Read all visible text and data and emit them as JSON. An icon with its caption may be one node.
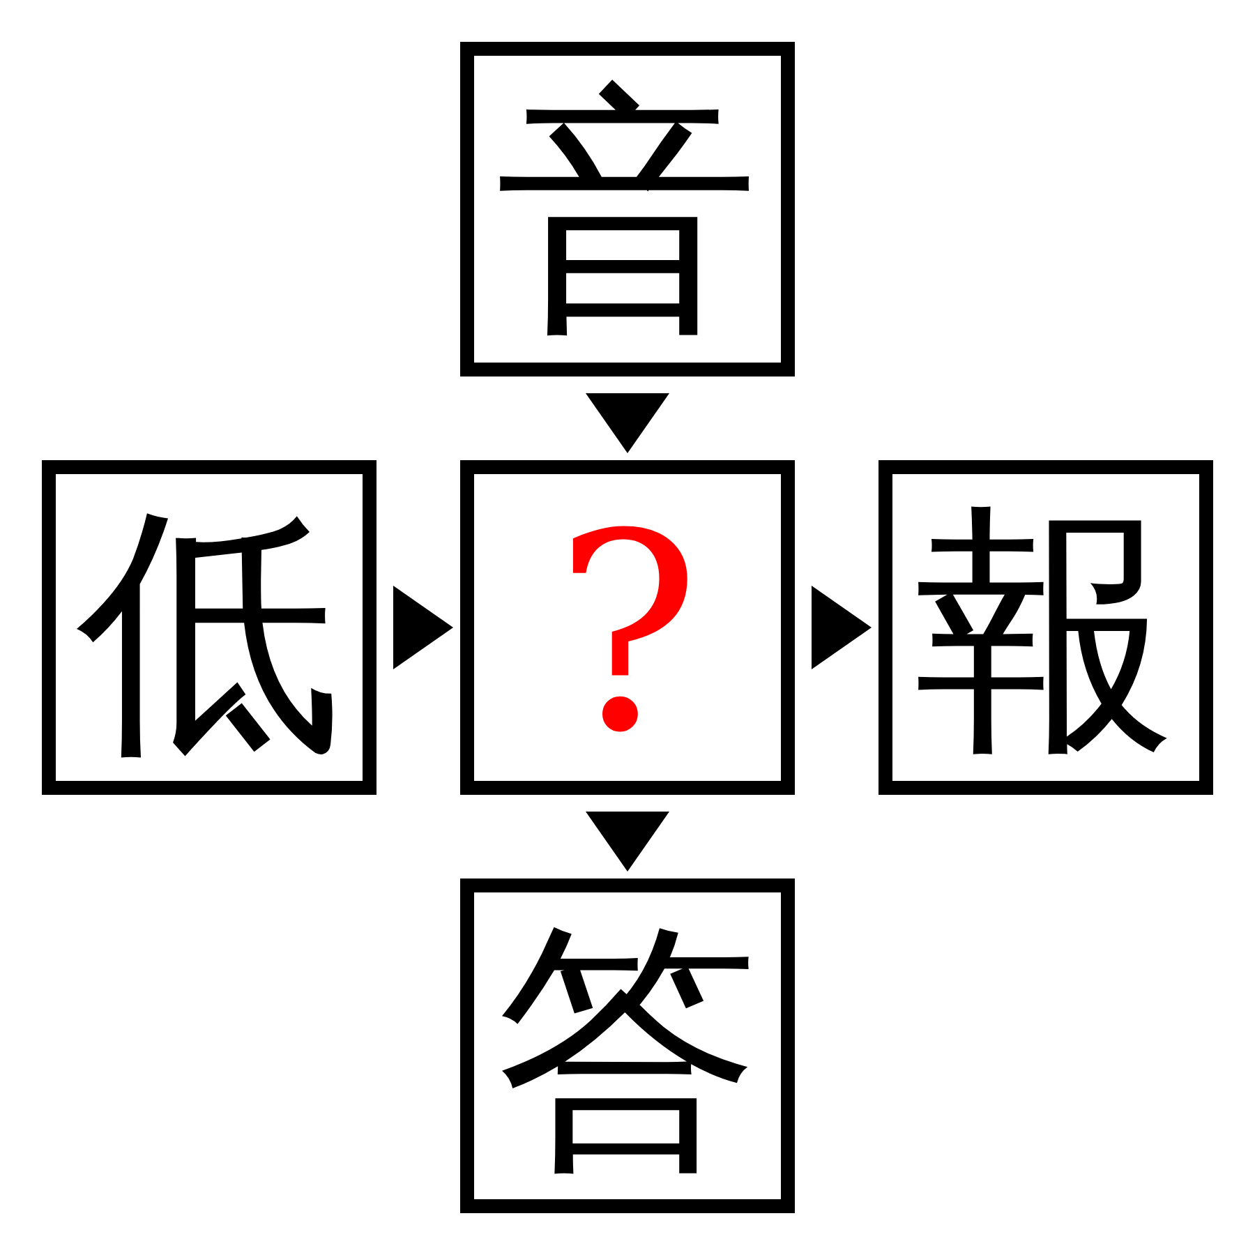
{
  "diagram": {
    "nodes": [
      {
        "text": [
          "音"
        ]
      },
      {
        "text": [
          "低"
        ]
      },
      {
        "text": [
          "?"
        ]
      },
      {
        "text": [
          "報"
        ]
      },
      {
        "text": [
          "答"
        ]
      }
    ],
    "edges": [
      {
        "from": 0,
        "to": 2,
        "arrow": "to"
      },
      {
        "from": 1,
        "to": 2,
        "arrow": "to"
      },
      {
        "from": 2,
        "to": 3,
        "arrow": "to"
      },
      {
        "from": 2,
        "to": 4,
        "arrow": "to"
      }
    ]
  }
}
